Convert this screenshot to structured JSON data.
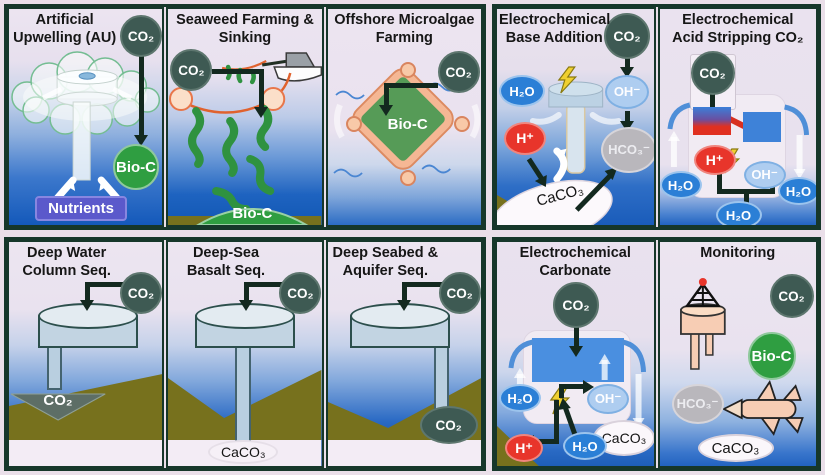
{
  "figure": {
    "description": "Ocean carbon dioxide removal pathways diagram",
    "groups": [
      "biological-pathways",
      "electrochemical-pathways",
      "sequestration-pathways",
      "electrochemical-and-monitoring"
    ]
  },
  "labels": {
    "co2": "CO₂",
    "bio_c": "Bio-C",
    "h2o": "H₂O",
    "oh": "OH⁻",
    "hco3": "HCO₃⁻",
    "h_plus": "H⁺",
    "caco3": "CaCO₃",
    "nutrients": "Nutrients"
  },
  "panels": {
    "artificial_upwelling": {
      "title_line1": "Artificial",
      "title_line2": "Upwelling (AU)"
    },
    "seaweed_farming": {
      "title_line1": "Seaweed Farming &",
      "title_line2": "Sinking"
    },
    "microalgae_farming": {
      "title_line1": "Offshore Microalgae",
      "title_line2": "Farming"
    },
    "base_addition": {
      "title_line1": "Electrochemical",
      "title_line2": "Base Addition"
    },
    "acid_stripping": {
      "title_line1": "Electrochemical",
      "title_line2": "Acid Stripping CO₂"
    },
    "deep_water_column": {
      "title_line1": "Deep Water",
      "title_line2": "Column Seq."
    },
    "deep_sea_basalt": {
      "title_line1": "Deep-Sea",
      "title_line2": "Basalt Seq."
    },
    "deep_seabed_aquifer": {
      "title_line1": "Deep Seabed &",
      "title_line2": "Aquifer Seq."
    },
    "electro_carbonate": {
      "title_line1": "Electrochemical",
      "title_line2": "Carbonate"
    },
    "monitoring": {
      "title": "Monitoring"
    }
  },
  "colors": {
    "co2_badge": "#3e5a53",
    "bio_c_green": "#2f9e41",
    "water_blue": "#2b7fd6",
    "hydroxide_light_blue": "#aecdf0",
    "bicarbonate_gray": "#b9b7bc",
    "acid_red": "#e8352b",
    "carbonate_white": "#fbf7fb",
    "nutrients_purple": "#5b59cb",
    "seabed_olive": "#77711d",
    "border_dark_green": "#16372a",
    "lightning_yellow": "#f0d030",
    "rope_orange": "#e0622e",
    "seaweed_green": "#2f9240",
    "equipment_peach": "#f7cdb4",
    "deep_blue": "#1459ba"
  }
}
